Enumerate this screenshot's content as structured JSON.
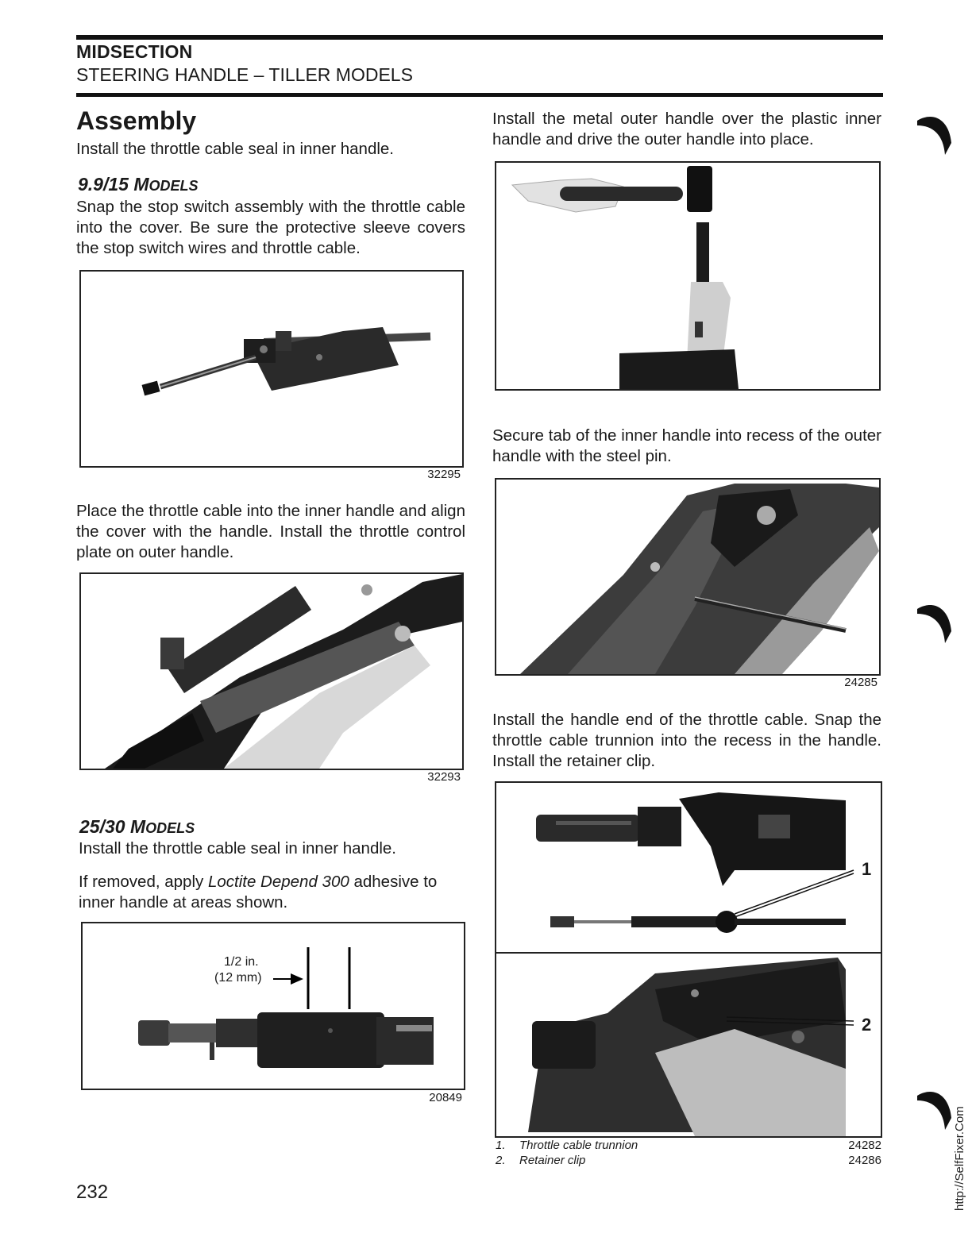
{
  "header": {
    "section": "MIDSECTION",
    "subsection": "STEERING HANDLE – TILLER MODELS"
  },
  "left": {
    "heading": "Assembly",
    "intro": "Install the throttle cable seal in inner handle.",
    "model1_num": "9.9/15",
    "model1_word": "M",
    "model1_sc": "ODELS",
    "p1": "Snap the stop switch assembly with the throttle cable into the cover. Be sure the protective sleeve covers the stop switch wires and throttle cable.",
    "fig1_num": "32295",
    "p2": "Place the throttle cable into the inner handle and align the cover with the handle. Install the throttle control plate on outer handle.",
    "fig2_num": "32293",
    "model2_num": "25/30",
    "model2_word": "M",
    "model2_sc": "ODELS",
    "p3": "Install the throttle cable seal in inner handle.",
    "p4_pre": "If removed, apply ",
    "p4_italic": "Loctite Depend 300",
    "p4_post": " adhesive to inner handle at areas shown.",
    "fig3_label1": "1/2 in.",
    "fig3_label2": "(12 mm)",
    "fig3_num": "20849"
  },
  "right": {
    "p1": "Install the metal outer handle over the plastic inner handle and drive the outer handle into place.",
    "p2": "Secure tab of the inner handle into recess of the outer handle with the steel pin.",
    "fig5_num": "24285",
    "p3": "Install the handle end of the throttle cable. Snap the throttle cable trunnion into the recess in the handle. Install the retainer clip.",
    "callout1": "1",
    "callout2": "2",
    "legend": [
      {
        "num": "1.",
        "text": "Throttle cable trunnion",
        "fig": "24282"
      },
      {
        "num": "2.",
        "text": "Retainer clip",
        "fig": "24286"
      }
    ]
  },
  "page_number": "232",
  "side_url": "http://SelfFixer.Com"
}
